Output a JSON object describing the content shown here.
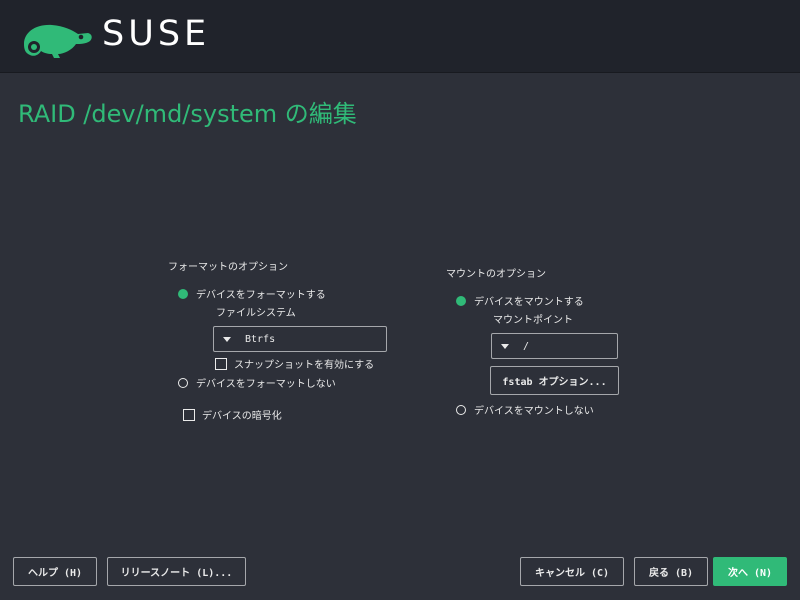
{
  "brand": {
    "name": "SUSE",
    "accent_color": "#30ba78"
  },
  "page": {
    "title": "RAID /dev/md/system の編集"
  },
  "format_options": {
    "heading": "フォーマットのオプション",
    "format_radio_label": "デバイスをフォーマットする",
    "format_selected": true,
    "filesystem_label": "ファイルシステム",
    "filesystem_value": "Btrfs",
    "snapshots_label": "スナップショットを有効にする",
    "snapshots_checked": false,
    "no_format_radio_label": "デバイスをフォーマットしない",
    "encrypt_label": "デバイスの暗号化",
    "encrypt_checked": false
  },
  "mount_options": {
    "heading": "マウントのオプション",
    "mount_radio_label": "デバイスをマウントする",
    "mount_selected": true,
    "mount_point_label": "マウントポイント",
    "mount_point_value": "/",
    "fstab_button_label": "fstab オプション...",
    "no_mount_radio_label": "デバイスをマウントしない"
  },
  "footer": {
    "help_label": "ヘルプ (H)",
    "release_notes_label": "リリースノート (L)...",
    "cancel_label": "キャンセル (C)",
    "back_label": "戻る (B)",
    "next_label": "次へ (N)"
  }
}
